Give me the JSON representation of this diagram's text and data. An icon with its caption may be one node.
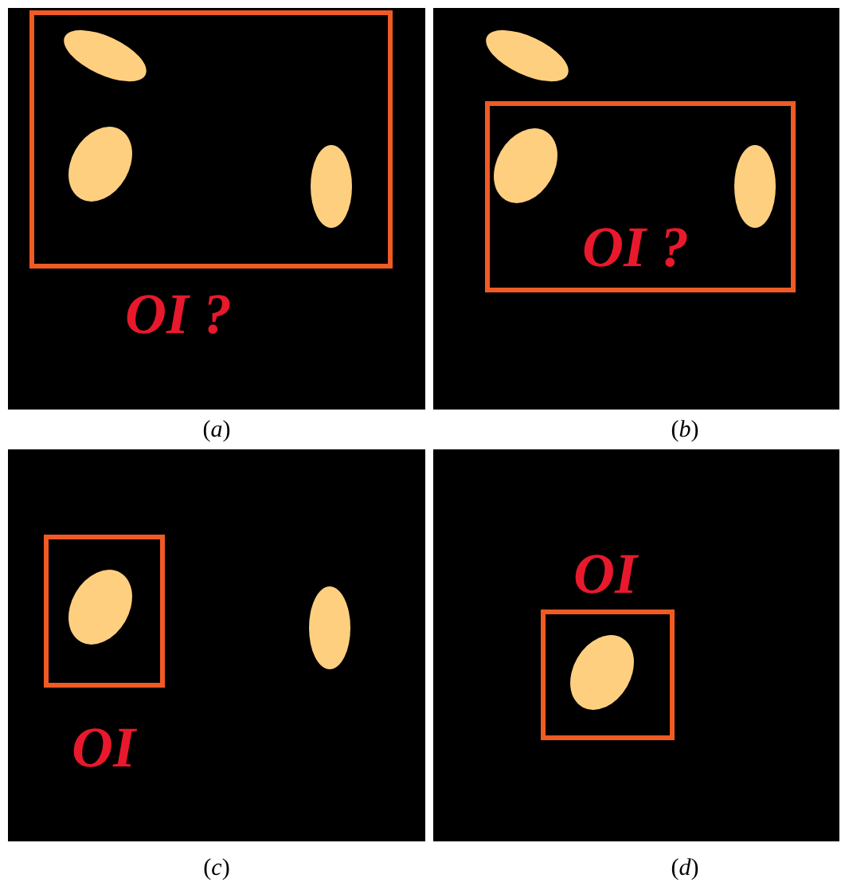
{
  "diagram": {
    "nodes": [
      {
        "text": [
          "OI ?"
        ],
        "beside": [
          "(*a*)"
        ]
      },
      {
        "text": [
          "OI ?"
        ],
        "beside": [
          "(*b*)"
        ]
      },
      {
        "text": [
          "OI"
        ],
        "beside": [
          "(*c*)"
        ]
      },
      {
        "text": [
          "OI"
        ],
        "beside": [
          "(*d*)"
        ]
      }
    ]
  }
}
